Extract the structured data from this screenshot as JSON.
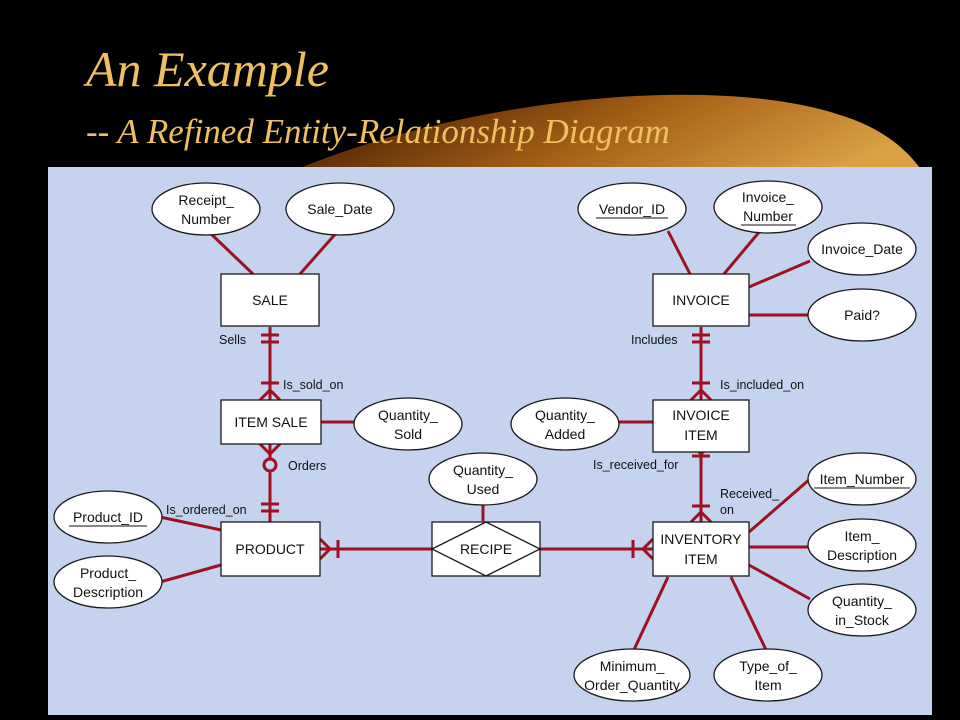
{
  "title": "An Example",
  "subtitle": "-- A Refined Entity-Relationship Diagram",
  "colors": {
    "background": "#000000",
    "title": "#f0c060",
    "diagram_bg": "#c5d3ee",
    "relationship_line": "#a0101e"
  },
  "entities": {
    "sale": "SALE",
    "invoice": "INVOICE",
    "item_sale": "ITEM SALE",
    "invoice_item": [
      "INVOICE",
      "ITEM"
    ],
    "product": "PRODUCT",
    "recipe": "RECIPE",
    "inventory_item": [
      "INVENTORY",
      "ITEM"
    ]
  },
  "attributes": {
    "receipt_number": [
      "Receipt_",
      "Number"
    ],
    "sale_date": "Sale_Date",
    "vendor_id": "Vendor_ID",
    "invoice_number": [
      "Invoice_",
      "Number"
    ],
    "invoice_date": "Invoice_Date",
    "paid": "Paid?",
    "quantity_sold": [
      "Quantity_",
      "Sold"
    ],
    "quantity_added": [
      "Quantity_",
      "Added"
    ],
    "quantity_used": [
      "Quantity_",
      "Used"
    ],
    "product_id": "Product_ID",
    "product_description": [
      "Product_",
      "Description"
    ],
    "item_number": "Item_Number",
    "item_description": [
      "Item_",
      "Description"
    ],
    "quantity_in_stock": [
      "Quantity_",
      "in_Stock"
    ],
    "minimum_order_quantity": [
      "Minimum_",
      "Order_Quantity"
    ],
    "type_of_item": [
      "Type_of_",
      "Item"
    ]
  },
  "relationship_labels": {
    "sells": "Sells",
    "is_sold_on": "Is_sold_on",
    "orders": "Orders",
    "is_ordered_on": "Is_ordered_on",
    "includes": "Includes",
    "is_included_on": "Is_included_on",
    "is_received_for": "Is_received_for",
    "received_on": [
      "Received_",
      "on"
    ]
  }
}
